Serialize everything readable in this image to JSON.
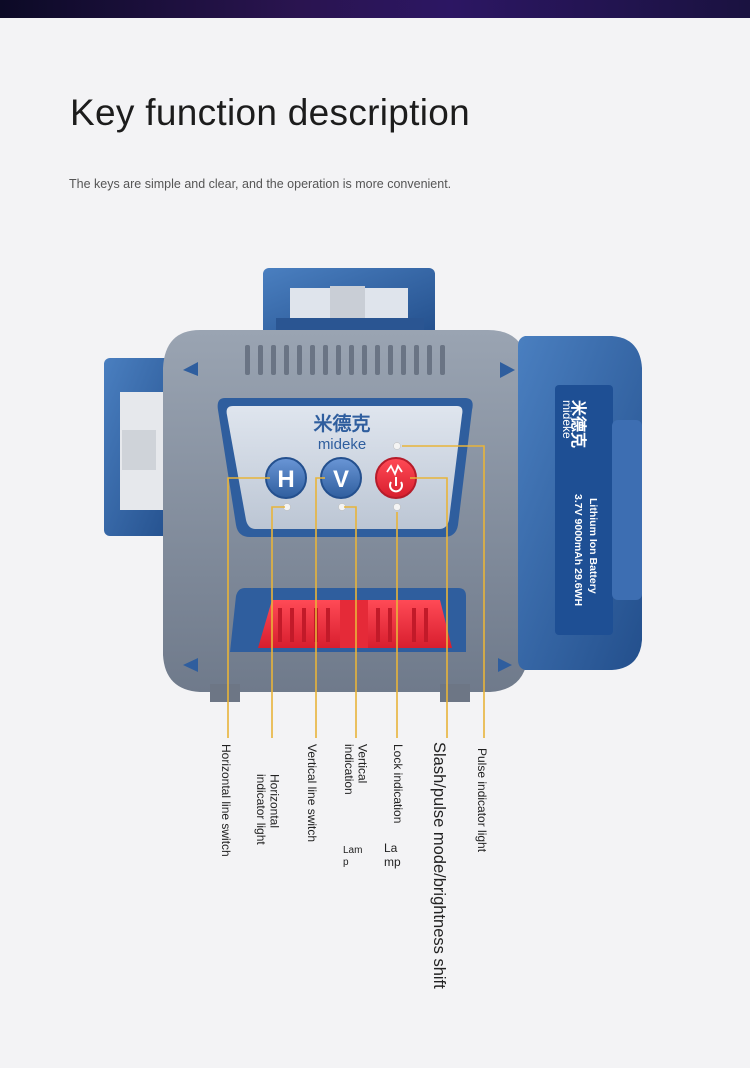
{
  "page": {
    "title": "Key function description",
    "subtitle": "The keys are simple and clear, and the operation is more convenient."
  },
  "device": {
    "brand_cn": "米德克",
    "brand": "mideke",
    "keys": {
      "h": "H",
      "v": "V"
    },
    "battery": {
      "brand_cn": "米德克",
      "brand": "mideke",
      "line1": "Lithium Ion Battery",
      "line2": "3.7V 9000mAh 29.6WH"
    }
  },
  "labels": {
    "horizontal_line_switch": "Horizontal line switch",
    "horizontal_indicator_1": "Horizontal",
    "horizontal_indicator_2": "indicator light",
    "vertical_line_switch": "Vertical line switch",
    "vertical_indication_1": "Vertical",
    "vertical_indication_2": "indication",
    "vertical_lamp_1": "Lam",
    "vertical_lamp_2": "p",
    "lock_indication": "Lock indication",
    "lock_lamp_1": "La",
    "lock_lamp_2": "mp",
    "slash_pulse": "Slash/pulse mode/brightness shift",
    "pulse_indicator": "Pulse indicator light"
  },
  "colors": {
    "accent_gold": "#e8b43a",
    "body_blue": "#2f5e9e",
    "body_gray": "#7f8a9b",
    "key_red": "#e23a3a"
  }
}
